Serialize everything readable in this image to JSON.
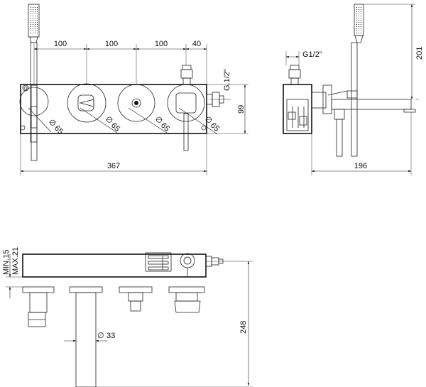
{
  "dimensions": {
    "spacing_a": "100",
    "spacing_b": "100",
    "spacing_c": "100",
    "spacing_end": "40",
    "thread_front": "G.1/2\"",
    "body_height": "99",
    "dia_1": "65",
    "dia_2": "65",
    "dia_3": "65",
    "dia_4": "65",
    "total_width": "367",
    "thread_side": "G1/2\"",
    "side_height": "201",
    "side_depth": "196",
    "wall_min": "MIN.15",
    "wall_max": "MAX.21",
    "spout_dia": "33",
    "spout_height": "248"
  },
  "glyphs": {
    "diameter_symbol": "∅"
  }
}
